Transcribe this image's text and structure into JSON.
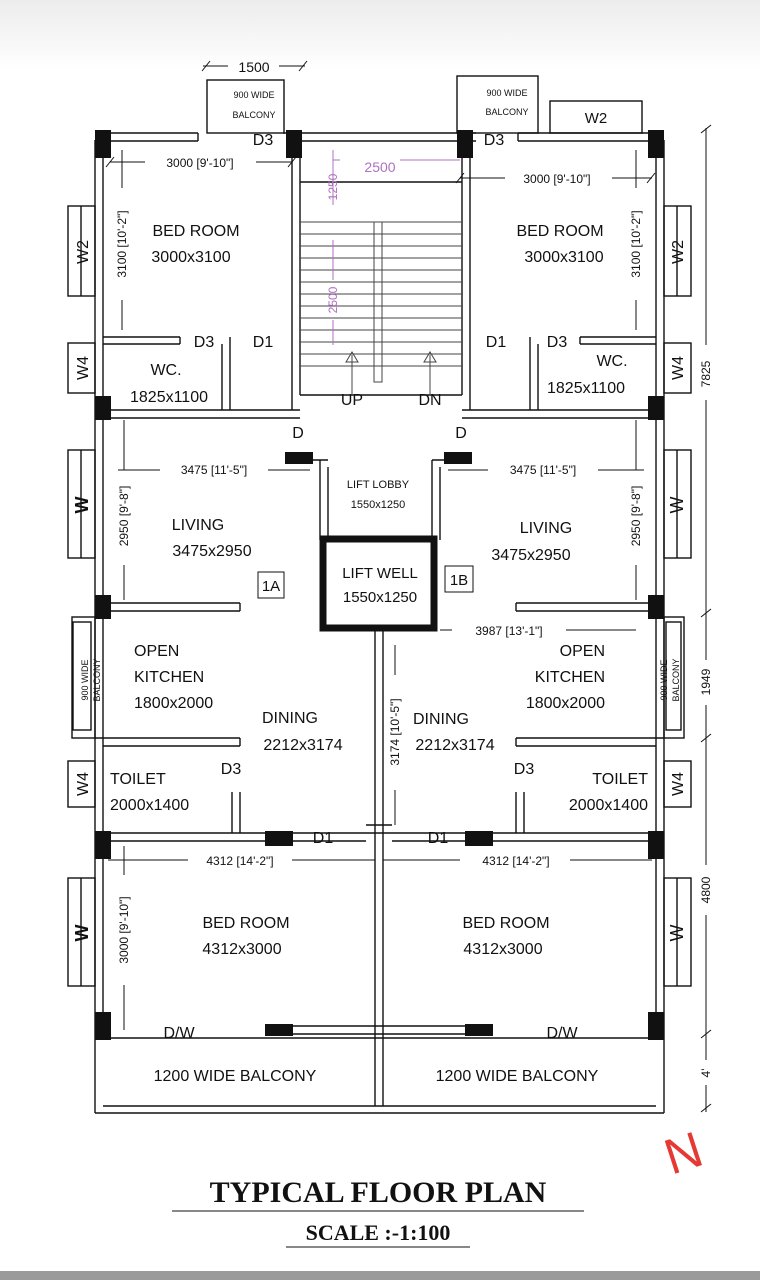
{
  "title": "TYPICAL FLOOR PLAN",
  "scale": "SCALE :-1:100",
  "north": "N",
  "colors": {
    "wall": "#111111",
    "stair_dim": "#b070c0",
    "north": "#e53935",
    "bg": "#ffffff"
  },
  "top_dim": "1500",
  "balconies": {
    "top_left": [
      "900 WIDE",
      "BALCONY"
    ],
    "top_right": [
      "900 WIDE",
      "BALCONY"
    ],
    "side": [
      "900 WIDE",
      "BALCONY"
    ],
    "bottom": "1200 WIDE BALCONY"
  },
  "doors": {
    "d1": "D1",
    "d3": "D3",
    "d": "D",
    "dw": "D/W"
  },
  "windows": {
    "w": "W",
    "w2": "W2",
    "w4": "W4"
  },
  "rooms": {
    "bed_room": "BED ROOM",
    "bed_size_top": "3000x3100",
    "bed_size_bottom": "4312x3000",
    "wc": "WC.",
    "wc_size": "1825x1100",
    "living": "LIVING",
    "living_size": "3475x2950",
    "open": "OPEN",
    "kitchen": "KITCHEN",
    "kitchen_size": "1800x2000",
    "dining": "DINING",
    "dining_size": "2212x3174",
    "toilet": "TOILET",
    "toilet_size": "2000x1400",
    "lift_lobby": "LIFT LOBBY",
    "lift_lobby_size": "1550x1250",
    "lift_well": "LIFT WELL",
    "lift_well_size": "1550x1250",
    "flat_a": "1A",
    "flat_b": "1B"
  },
  "stair": {
    "width": "2500",
    "landing": "1250",
    "flight": "2500",
    "up": "UP",
    "dn": "DN"
  },
  "dims": {
    "bed_top_w": "3000 [9'-10\"]",
    "bed_top_h": "3100 [10'-2\"]",
    "living_w": "3475 [11'-5\"]",
    "living_h": "2950 [9'-8\"]",
    "kitchen_w": "3987 [13'-1\"]",
    "dining_h": "3174 [10'-5\"]",
    "bed_bottom_w": "4312 [14'-2\"]",
    "bed_bottom_h": "3000 [9'-10\"]",
    "right_1": "7825",
    "right_2": "1949",
    "right_3": "4800",
    "right_4": "4'"
  }
}
